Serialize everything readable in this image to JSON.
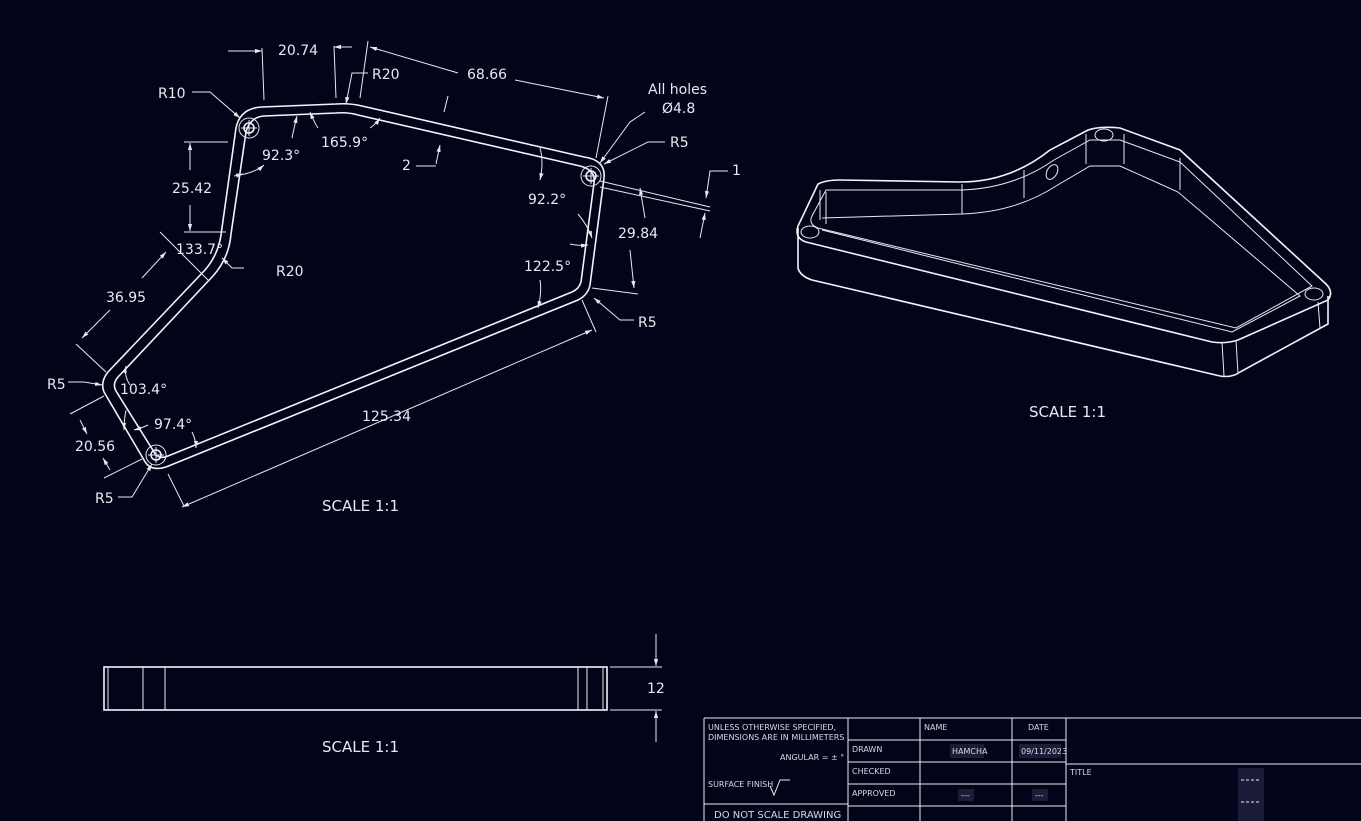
{
  "views": {
    "front": {
      "scale": "SCALE 1:1",
      "dims": {
        "d_20_74": "20.74",
        "d_68_66": "68.66",
        "d_r10": "R10",
        "d_r20_top": "R20",
        "d_holes_1": "All holes",
        "d_holes_2": "Ø4.8",
        "d_r5_right": "R5",
        "d_1": "1",
        "d_92_3": "92.3°",
        "d_165_9": "165.9°",
        "d_2": "2",
        "d_25_42": "25.42",
        "d_92_2": "92.2°",
        "d_29_84": "29.84",
        "d_133_7": "133.7°",
        "d_r20_left": "R20",
        "d_122_5": "122.5°",
        "d_36_95": "36.95",
        "d_r5_br": "R5",
        "d_r5_left": "R5",
        "d_103_4": "103.4°",
        "d_125_34": "125.34",
        "d_97_4": "97.4°",
        "d_20_56": "20.56",
        "d_r5_bottom": "R5"
      }
    },
    "iso": {
      "scale": "SCALE 1:1"
    },
    "side": {
      "scale": "SCALE 1:1",
      "height": "12"
    }
  },
  "title_block": {
    "notes_1": "UNLESS OTHERWISE SPECIFIED,",
    "notes_2": "DIMENSIONS ARE IN MILLIMETERS",
    "angular": "ANGULAR = ± °",
    "surface_finish": "SURFACE FINISH",
    "do_not_scale": "DO NOT SCALE DRAWING",
    "col_name": "NAME",
    "col_date": "DATE",
    "row_drawn": "DRAWN",
    "row_checked": "CHECKED",
    "row_approved": "APPROVED",
    "drawn_name": "HAMCHA",
    "drawn_date": "09/11/2023",
    "approved_name": "---",
    "approved_date": "---",
    "title_label": "TITLE"
  },
  "colors": {
    "background": "#03041a",
    "lines": "#e8e9f0"
  }
}
